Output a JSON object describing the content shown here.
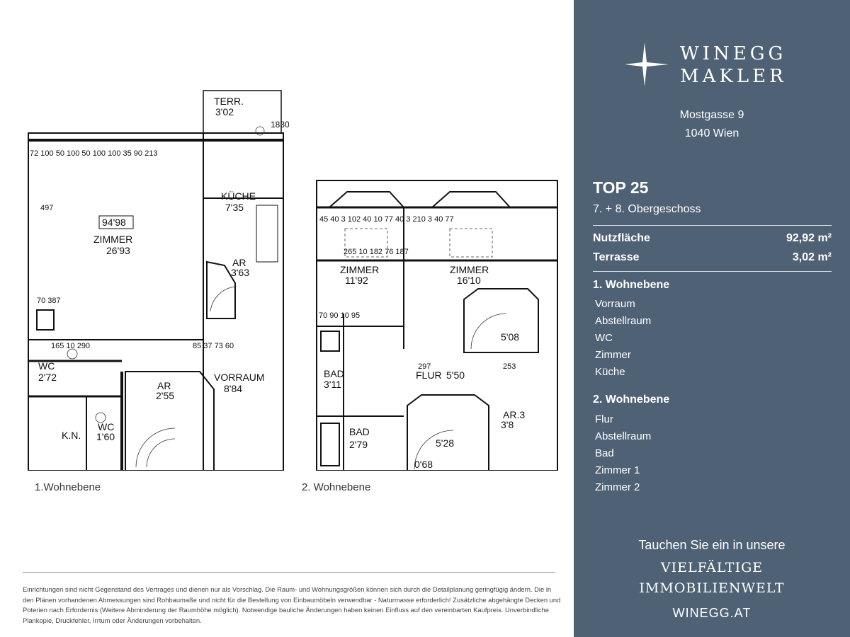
{
  "plan1": {
    "caption": "1.Wohnebene",
    "rooms": [
      {
        "name": "TERR.",
        "area": "3'02"
      },
      {
        "name": "ZIMMER",
        "area": "26'93"
      },
      {
        "name": "",
        "area": "94'98"
      },
      {
        "name": "KÜCHE",
        "area": "7'35"
      },
      {
        "name": "AR",
        "area": "3'63"
      },
      {
        "name": "WC",
        "area": "2'72"
      },
      {
        "name": "VORRAUM",
        "area": "8'84"
      },
      {
        "name": "AR",
        "area": "2'55"
      },
      {
        "name": "WC",
        "area": "1'60"
      },
      {
        "name": "K.N.",
        "area": ""
      }
    ]
  },
  "plan2": {
    "caption": "2. Wohnebene",
    "rooms": [
      {
        "name": "ZIMMER",
        "area": "11'92"
      },
      {
        "name": "ZIMMER",
        "area": "16'10"
      },
      {
        "name": "",
        "area": "5'08"
      },
      {
        "name": "FLUR",
        "area": "5'50"
      },
      {
        "name": "BAD",
        "area": "3'11"
      },
      {
        "name": "BAD",
        "area": "2'79"
      },
      {
        "name": "",
        "area": "5'28"
      },
      {
        "name": "AR.3",
        "area": "3'8"
      },
      {
        "name": "",
        "area": "0'68"
      }
    ]
  },
  "disclaimer": "Einrichtungen sind nicht Gegenstand des Vertrages und dienen nur als Vorschlag. Die Raum- und Wohnungsgrößen können sich durch die Detailplanung geringfügig ändern. Die in den Plänen vorhandenen Abmessungen sind Rohbaumaße und nicht für die Bestellung von Einbaumöbeln verwendbar - Naturmasse erforderlich! Zusätzliche abgehängte Decken und Poterien nach Erfordernis (Weitere Abminderung der Raumhöhe möglich). Notwendige bauliche Änderungen haben keinen Einfluss auf den vereinbarten Kaufpreis. Unverbindliche Plankopie, Druckfehler, Irrtum oder Änderungen vorbehalten.",
  "panel": {
    "logo_line1": "WINEGG",
    "logo_line2": "MAKLER",
    "address_line1": "Mostgasse 9",
    "address_line2": "1040 Wien",
    "unit": "TOP 25",
    "floors": "7. + 8. Obergeschoss",
    "nutzflaeche_label": "Nutzfläche",
    "nutzflaeche_value": "92,92 m²",
    "terrasse_label": "Terrasse",
    "terrasse_value": "3,02 m²",
    "level1_title": "1. Wohnebene",
    "level1_rooms": [
      "Vorraum",
      "Abstellraum",
      "WC",
      "Zimmer",
      "Küche"
    ],
    "level2_title": "2. Wohnebene",
    "level2_rooms": [
      "Flur",
      "Abstellraum",
      "Bad",
      "Zimmer 1",
      "Zimmer 2"
    ],
    "cta_line1": "Tauchen Sie ein in unsere",
    "cta_line2": "VIELFÄLTIGE",
    "cta_line3": "IMMOBILIENWELT",
    "website": "WINEGG.AT"
  },
  "colors": {
    "panel": "#4f6275",
    "text": "#ffffff"
  }
}
